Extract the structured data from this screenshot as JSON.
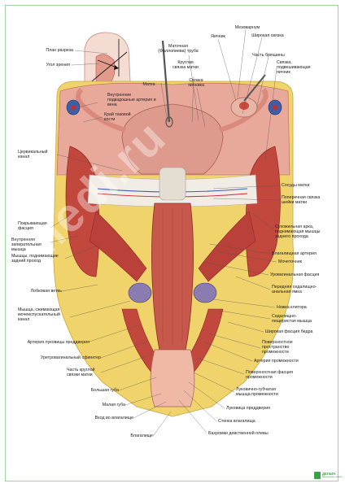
{
  "labels": {
    "left": [
      "План разреза",
      "Угол зрения",
      "Внутренние подвздошные артерия и вена",
      "Край тазовой кости",
      "Цервикальный канал",
      "Покрывающая фасция",
      "Внутренняя запирательная мышца",
      "Мышцы, поднимающие задний проход",
      "Лобковая ветвь",
      "Мышца, сжимающая мочеиспускательный канал",
      "Артерия луковицы преддверия",
      "Уретровагинальный сфинктер",
      "Часть круглой связки матки",
      "Большая губа",
      "Малая губа",
      "Вход во влагалище",
      "Влагалище"
    ],
    "top": [
      "Маточная (Фаллопиева) труба",
      "Матка",
      "Круглая связка матки",
      "Связка яичника",
      "Яичник",
      "Мезоварнум",
      "Широкая связка",
      "Часть брюшины",
      "Связка, подвешивающая яичник"
    ],
    "right": [
      "Сосуды матки",
      "Поперечная связка шейки матки",
      "Сухожильная арка, поднимающая мышцы заднего прохода",
      "Влагалищная артерия",
      "Мочеточник",
      "Уровагинальная фасция",
      "Передняя седалищно-анальная ямка",
      "Ножка клитора",
      "Седалищно-пещеристая мышца",
      "Широкая фасция бедра",
      "Поверхностное пространство промежности",
      "Артерия промежности",
      "Поверхностная фасция промежности",
      "Луковично-губчатая мышца промежности",
      "Луковица преддверия",
      "Стенка влагалища",
      "Бахромки девственной плевы"
    ]
  },
  "watermark": "medi.ru",
  "brand": {
    "name": "ДЕЛЬТА",
    "tagline": "Медицинские плакаты"
  },
  "colors": {
    "muscle": "#c2473d",
    "muscle_dark": "#8e2a24",
    "fat": "#f0d36a",
    "fat_light": "#f7e7a4",
    "tissue_pink": "#e8a89a",
    "uterus": "#de9a8c",
    "ligament_white": "#f2ece6",
    "vessel_blue": "#3d5fa8",
    "vessel_red": "#c92a2a",
    "bone": "#f4efe2",
    "frame_green": "#9fd3a0",
    "brand_green": "#3aa04a"
  }
}
